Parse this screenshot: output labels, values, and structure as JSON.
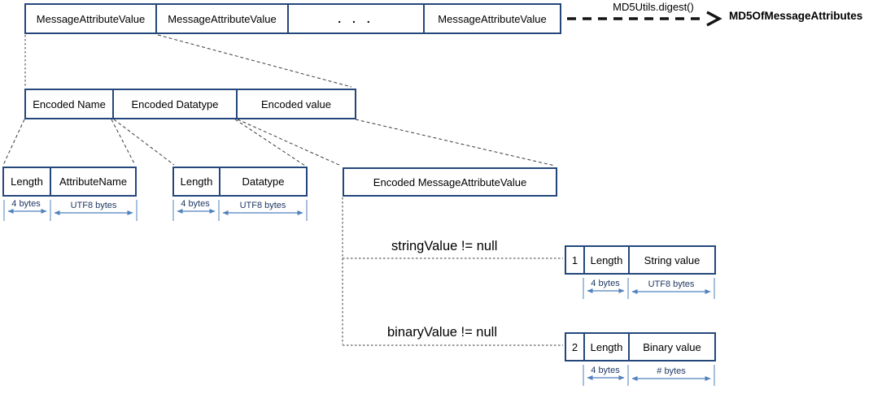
{
  "colors": {
    "box_border": "#24477b",
    "measure_arrow": "#4f81bd",
    "byte_label_text": "#1f3864",
    "connector": "#3c3c3c",
    "digest_arrow": "#141414"
  },
  "top_row": {
    "cells": [
      "MessageAttributeValue",
      "MessageAttributeValue",
      ". . .",
      "MessageAttributeValue"
    ]
  },
  "digest": {
    "label": "MD5Utils.digest()",
    "result": "MD5OfMessageAttributes"
  },
  "encoded_row": {
    "cells": [
      "Encoded Name",
      "Encoded Datatype",
      "Encoded value"
    ]
  },
  "name_box": {
    "cells": [
      "Length",
      "AttributeName"
    ],
    "bytes": [
      "4 bytes",
      "UTF8 bytes"
    ]
  },
  "datatype_box": {
    "cells": [
      "Length",
      "Datatype"
    ],
    "bytes": [
      "4 bytes",
      "UTF8 bytes"
    ]
  },
  "encoded_value_box": {
    "label": "Encoded MessageAttributeValue"
  },
  "string_branch": {
    "condition": "stringValue != null",
    "cells": [
      "1",
      "Length",
      "String value"
    ],
    "bytes": [
      "4 bytes",
      "UTF8 bytes"
    ]
  },
  "binary_branch": {
    "condition": "binaryValue != null",
    "cells": [
      "2",
      "Length",
      "Binary value"
    ],
    "bytes": [
      "4 bytes",
      "# bytes"
    ]
  }
}
